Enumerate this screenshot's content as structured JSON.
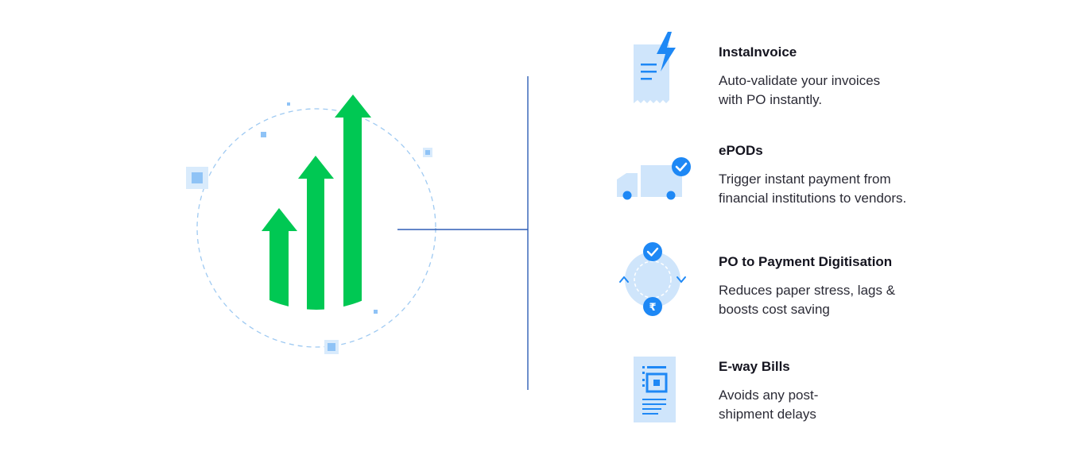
{
  "colors": {
    "accent_green": "#00c853",
    "accent_blue": "#1e88f5",
    "light_blue": "#cfe5fb",
    "mid_blue": "#8fc3f6",
    "connector": "#2f5fb5",
    "dashed_ring": "#9fcaf2"
  },
  "features": [
    {
      "icon": "receipt-lightning-icon",
      "title": "InstaInvoice",
      "description": "Auto-validate your invoices\nwith PO instantly."
    },
    {
      "icon": "truck-check-icon",
      "title": "ePODs",
      "description": "Trigger instant payment from\nfinancial institutions to vendors."
    },
    {
      "icon": "cycle-rupee-icon",
      "title": "PO to Payment Digitisation",
      "description": "Reduces paper stress, lags &\nboosts cost saving"
    },
    {
      "icon": "bill-document-icon",
      "title": "E-way Bills",
      "description": "Avoids any post-\nshipment delays"
    }
  ]
}
